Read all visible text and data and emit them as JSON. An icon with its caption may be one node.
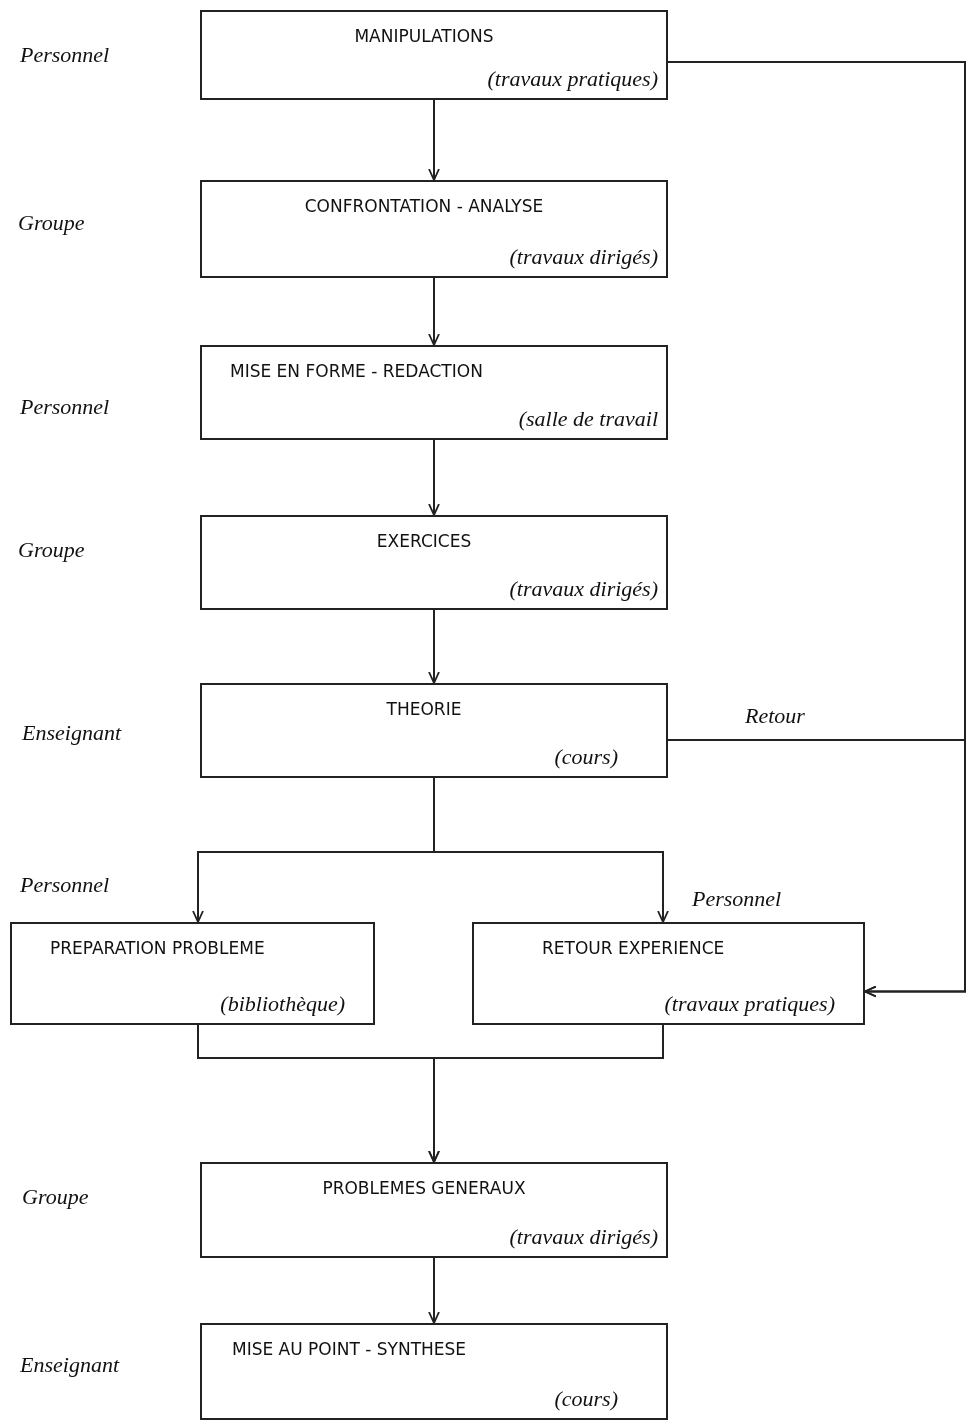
{
  "diagram": {
    "nodes": [
      {
        "text": [
          "MANIPULATIONS",
          "(travaux pratiques)"
        ]
      },
      {
        "text": [
          "CONFRONTATION - ANALYSE",
          "(travaux dirigés)"
        ]
      },
      {
        "text": [
          "MISE EN FORME - REDACTION",
          "(salle de travail"
        ]
      },
      {
        "text": [
          "EXERCICES",
          "(travaux dirigés)"
        ]
      },
      {
        "text": [
          "THEORIE",
          "(cours)"
        ]
      },
      {
        "text": [
          "PREPARATION PROBLEME",
          "(bibliothèque)"
        ]
      },
      {
        "text": [
          "RETOUR EXPERIENCE",
          "(travaux pratiques)"
        ]
      },
      {
        "text": [
          "PROBLEMES GENERAUX",
          "(travaux dirigés)"
        ]
      },
      {
        "text": [
          "MISE AU POINT - SYNTHESE",
          "(cours)"
        ]
      }
    ],
    "edges": [
      {
        "from": 0,
        "to": 1,
        "arrow": "to"
      },
      {
        "from": 1,
        "to": 2,
        "arrow": "to"
      },
      {
        "from": 2,
        "to": 3,
        "arrow": "to"
      },
      {
        "from": 3,
        "to": 4,
        "arrow": "to"
      },
      {
        "from": 4,
        "to": 5,
        "arrow": "to"
      },
      {
        "from": 4,
        "to": 6,
        "arrow": "to"
      },
      {
        "from": 5,
        "to": 7,
        "arrow": "to"
      },
      {
        "from": 6,
        "to": 7,
        "arrow": "to"
      },
      {
        "from": 7,
        "to": 8,
        "arrow": "to"
      },
      {
        "from": 0,
        "to": 6,
        "arrow": "to"
      },
      {
        "from": 4,
        "to": 6,
        "arrow": "to",
        "label": "Retour"
      }
    ],
    "labels": [
      "Personnel",
      "Groupe",
      "Personnel",
      "Groupe",
      "Enseignant",
      "Personnel",
      "Personnel",
      "Groupe",
      "Enseignant"
    ]
  }
}
